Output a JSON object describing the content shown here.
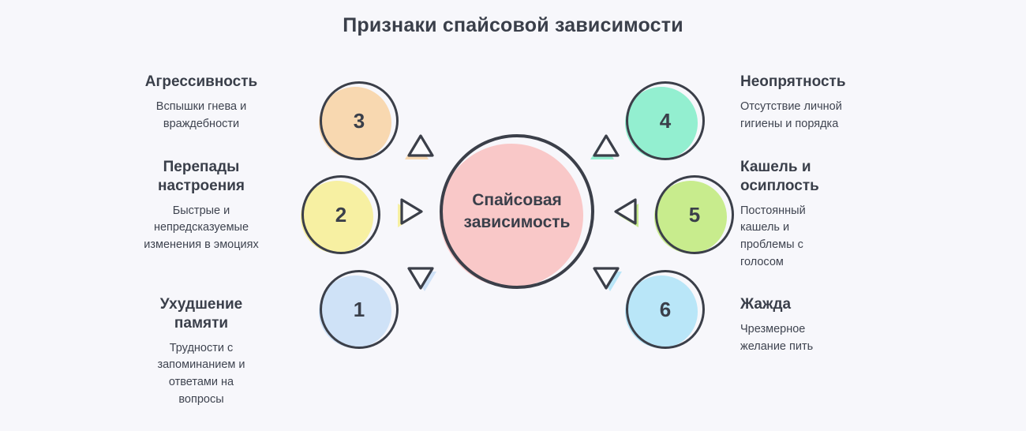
{
  "title": "Признаки спайсовой зависимости",
  "palette": {
    "background": "#f7f7fb",
    "outline": "#3b3f49",
    "text": "#3a3f4a"
  },
  "center": {
    "label": "Спайсовая зависимость",
    "color": "#f9c8c8"
  },
  "items": [
    {
      "number": "3",
      "heading": "Агрессивность",
      "description": "Вспышки гнева и враждебности",
      "color": "#f8d8b0",
      "side": "left",
      "position": "top"
    },
    {
      "number": "2",
      "heading": "Перепады настроения",
      "description": "Быстрые и непредсказуемые изменения в эмоциях",
      "color": "#f7f0a2",
      "side": "left",
      "position": "middle"
    },
    {
      "number": "1",
      "heading": "Ухудшение памяти",
      "description": "Трудности с запоминанием и ответами на вопросы",
      "color": "#cfe2f7",
      "side": "left",
      "position": "bottom"
    },
    {
      "number": "4",
      "heading": "Неопрятность",
      "description": "Отсутствие личной гигиены и порядка",
      "color": "#93efd0",
      "side": "right",
      "position": "top"
    },
    {
      "number": "5",
      "heading": "Кашель и осиплость",
      "description": "Постоянный кашель и проблемы с голосом",
      "color": "#c8ec8d",
      "side": "right",
      "position": "middle"
    },
    {
      "number": "6",
      "heading": "Жажда",
      "description": "Чрезмерное желание пить",
      "color": "#b9e6f8",
      "side": "right",
      "position": "bottom"
    }
  ]
}
